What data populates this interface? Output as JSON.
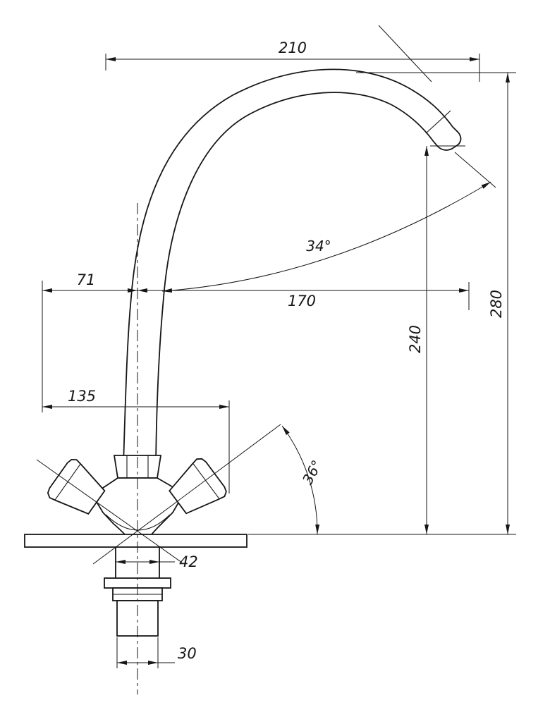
{
  "dimensions": {
    "top_width": "210",
    "left_offset": "71",
    "spout_reach": "170",
    "handles_width": "135",
    "base_diameter": "42",
    "shank_diameter": "30",
    "spout_height": "240",
    "overall_height": "280",
    "spout_angle": "34°",
    "handle_angle": "36°"
  }
}
